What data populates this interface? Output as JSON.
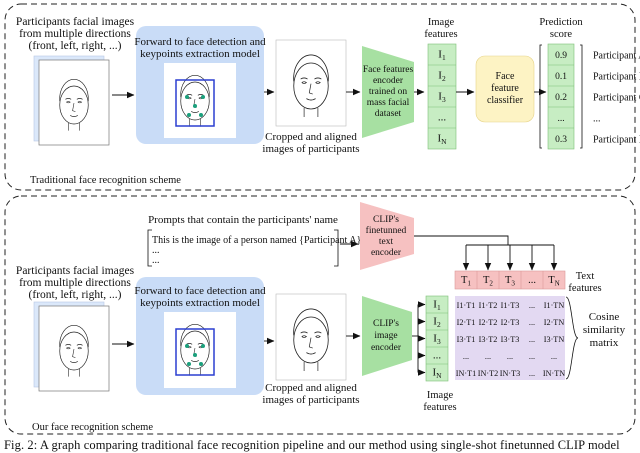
{
  "traditional": {
    "input_label": [
      "Participants facial images",
      "from multiple directions",
      "(front, left, right, ...)"
    ],
    "model_label": [
      "Forward to face detection and",
      "keypoints extraction model"
    ],
    "cropped_label": [
      "Cropped and aligned",
      "images of participants"
    ],
    "encoder_label": [
      "Face features",
      "encoder",
      "trained on",
      "mass facial",
      "dataset"
    ],
    "features_title": [
      "Image",
      "features"
    ],
    "features": [
      {
        "main": "I",
        "sub": "1"
      },
      {
        "main": "I",
        "sub": "2"
      },
      {
        "main": "I",
        "sub": "3"
      },
      {
        "main": "...",
        "sub": ""
      },
      {
        "main": "I",
        "sub": "N"
      }
    ],
    "classifier_label": [
      "Face",
      "feature",
      "classifier"
    ],
    "score_title": [
      "Prediction",
      "score"
    ],
    "scores": [
      "0.9",
      "0.1",
      "0.2",
      "...",
      "0.3"
    ],
    "participants": [
      "Participant A",
      "Participant B",
      "Participant C",
      "...",
      "Participant N"
    ],
    "scheme_label": "Traditional face recognition scheme"
  },
  "ours": {
    "prompts_title": "Prompts that contain the participants' name",
    "prompts": [
      "This is the image of a person named {Participant A}.",
      "...",
      "..."
    ],
    "text_encoder_label": [
      "CLIP's",
      "finetunned",
      "text",
      "encoder"
    ],
    "text_features": [
      {
        "main": "T",
        "sub": "1"
      },
      {
        "main": "T",
        "sub": "2"
      },
      {
        "main": "T",
        "sub": "3"
      },
      {
        "main": "...",
        "sub": ""
      },
      {
        "main": "T",
        "sub": "N"
      }
    ],
    "text_features_title": [
      "Text",
      "features"
    ],
    "input_label": [
      "Participants facial images",
      "from multiple directions",
      "(front, left, right, ...)"
    ],
    "model_label": [
      "Forward to face detection and",
      "keypoints extraction model"
    ],
    "cropped_label": [
      "Cropped and aligned",
      "images of participants"
    ],
    "image_encoder_label": [
      "CLIP's",
      "image",
      "encoder"
    ],
    "image_features": [
      {
        "main": "I",
        "sub": "1"
      },
      {
        "main": "I",
        "sub": "2"
      },
      {
        "main": "I",
        "sub": "3"
      },
      {
        "main": "...",
        "sub": ""
      },
      {
        "main": "I",
        "sub": "N"
      }
    ],
    "image_features_title": [
      "Image",
      "features"
    ],
    "matrix_rows": [
      [
        "I1·T1",
        "I1·T2",
        "I1·T3",
        "...",
        "I1·TN"
      ],
      [
        "I2·T1",
        "I2·T2",
        "I2·T3",
        "...",
        "I2·TN"
      ],
      [
        "I3·T1",
        "I3·T2",
        "I3·T3",
        "...",
        "I3·TN"
      ],
      [
        "...",
        "...",
        "...",
        "...",
        "..."
      ],
      [
        "IN·T1",
        "IN·T2",
        "IN·T3",
        "...",
        "IN·TN"
      ]
    ],
    "matrix_label": [
      "Cosine",
      "similarity",
      "matrix"
    ],
    "scheme_label": "Our face recognition scheme"
  },
  "caption": "Fig. 2: A graph comparing traditional face recognition pipeline and our method using single-shot finetunned CLIP model",
  "colors": {
    "model_box": "#c9dcf7",
    "encoder": "#a7e0a2",
    "features": "#c7edc3",
    "classifier": "#fdf3c4",
    "text_features": "#f6c1c1",
    "matrix": "#e3d9f2",
    "keypoints": "#1aa07c",
    "face_box": "#2b3fd1"
  }
}
